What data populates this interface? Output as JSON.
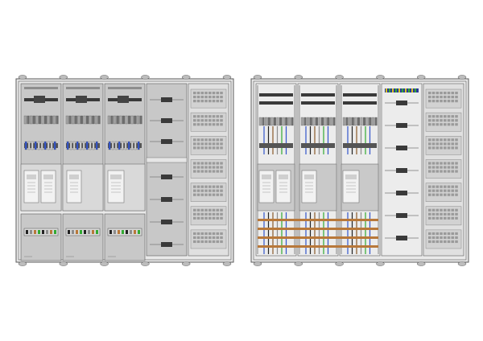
{
  "colors": {
    "background": "#ffffff",
    "frame": "#5a5a5a",
    "panel_fill": "#c8c8c8",
    "panel_fill_light": "#d9d9d9",
    "din_rail": "#3a3a3a",
    "copper_busbar": "#b8783a",
    "wire_blue": "#3355cc",
    "wire_green": "#33aa33",
    "wire_brown": "#8a5a2a",
    "wire_black": "#222222",
    "wire_grey": "#8c8c8c",
    "wire_yellow": "#d8c020",
    "vent_grid": "#9a9a9a",
    "meter_face": "#f2f2f2"
  },
  "cabinets": [
    {
      "id": "front-view",
      "columns": 5,
      "busbar_rows": 0
    },
    {
      "id": "internal-view",
      "columns": 5,
      "busbar_rows": 4
    }
  ]
}
